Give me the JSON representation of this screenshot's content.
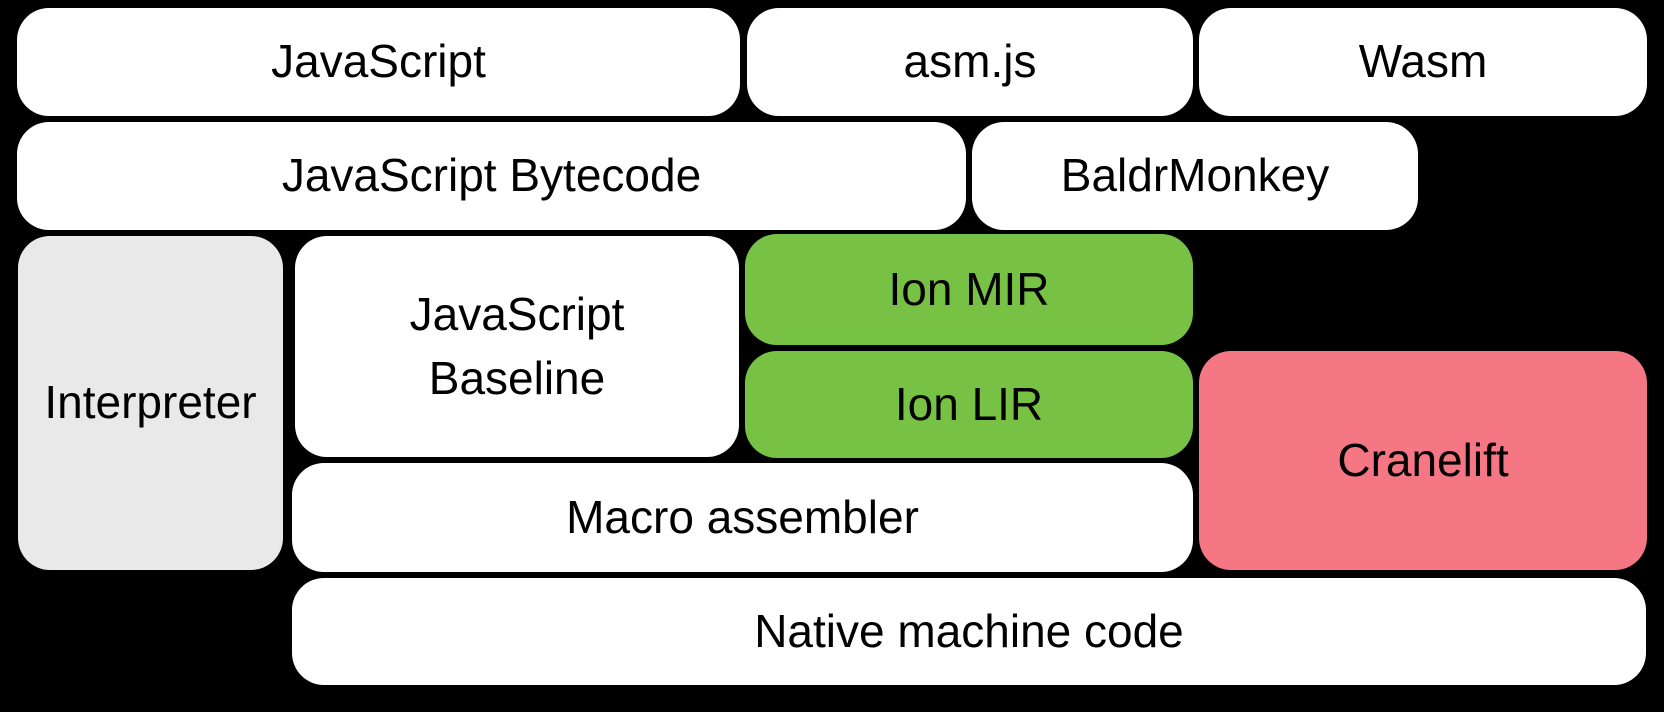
{
  "diagram": {
    "background_color": "#000000",
    "text_color": "#000000",
    "colors": {
      "default_box": "#ffffff",
      "interpreter_box": "#e9e9e9",
      "ion_box": "#77c244",
      "cranelift_box": "#f57784"
    },
    "nodes": {
      "javascript": {
        "label": "JavaScript",
        "color": "#ffffff"
      },
      "asmjs": {
        "label": "asm.js",
        "color": "#ffffff"
      },
      "wasm": {
        "label": "Wasm",
        "color": "#ffffff"
      },
      "bytecode": {
        "label": "JavaScript Bytecode",
        "color": "#ffffff"
      },
      "baldrmonkey": {
        "label": "BaldrMonkey",
        "color": "#ffffff"
      },
      "interpreter": {
        "label": "Interpreter",
        "color": "#e9e9e9"
      },
      "baseline": {
        "label": "JavaScript\nBaseline",
        "color": "#ffffff"
      },
      "ion_mir": {
        "label": "Ion MIR",
        "color": "#77c244"
      },
      "ion_lir": {
        "label": "Ion LIR",
        "color": "#77c244"
      },
      "cranelift": {
        "label": "Cranelift",
        "color": "#f57784"
      },
      "macro": {
        "label": "Macro assembler",
        "color": "#ffffff"
      },
      "native": {
        "label": "Native machine code",
        "color": "#ffffff"
      }
    }
  }
}
